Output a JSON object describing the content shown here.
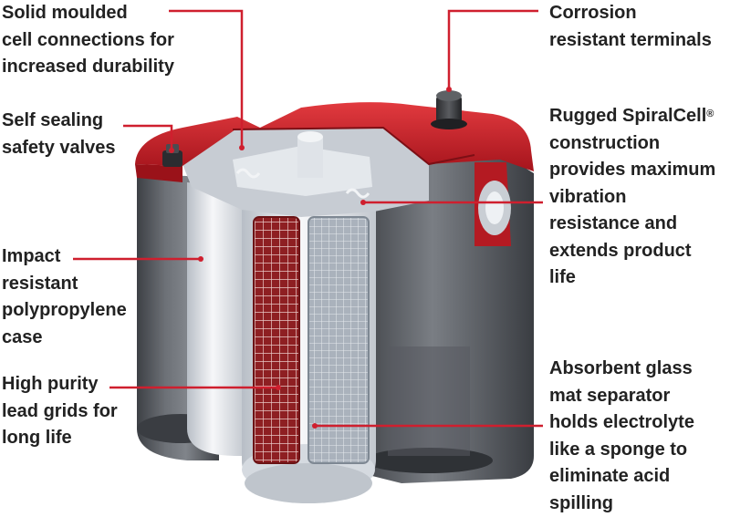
{
  "accent_color": "#cf1f2e",
  "callouts": {
    "cells": {
      "lines": [
        "Solid moulded",
        "cell connections for",
        "increased durability"
      ]
    },
    "valves": {
      "lines": [
        "Self sealing",
        "safety valves"
      ]
    },
    "case": {
      "lines": [
        "Impact",
        "resistant",
        "polypropylene",
        "case"
      ]
    },
    "grids": {
      "lines": [
        "High purity",
        "lead grids for",
        "long life"
      ]
    },
    "terminals": {
      "lines": [
        "Corrosion",
        "resistant terminals"
      ]
    },
    "spiral": {
      "lines": [
        "Rugged SpiralCell",
        "construction",
        "provides maximum",
        "vibration",
        "resistance and",
        "extends product",
        "life"
      ],
      "mark": "®"
    },
    "separator": {
      "lines": [
        "Absorbent glass",
        "mat separator",
        "holds electrolyte",
        "like a sponge to",
        "eliminate acid",
        "spilling"
      ]
    }
  }
}
